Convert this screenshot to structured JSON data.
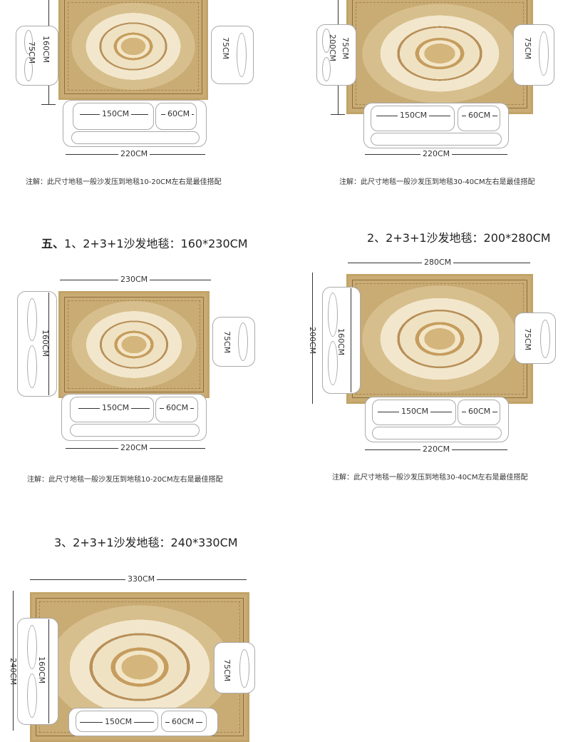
{
  "d": {
    "cm160": "160CM",
    "cm75": "75CM",
    "cm150": "150CM",
    "cm60": "60CM",
    "cm220": "220CM",
    "cm200": "200CM",
    "cm230": "230CM",
    "cm280": "280CM",
    "cm330": "330CM",
    "cm240": "240CM"
  },
  "notes": {
    "n1": "注解：此尺寸地毯一般沙发压到地毯10-20CM左右是最佳搭配",
    "n2": "注解：此尺寸地毯一般沙发压到地毯30-40CM左右是最佳搭配"
  },
  "sections": {
    "s5": {
      "prefix": "五、",
      "title": "1、2+3+1沙发地毯：160*230CM"
    },
    "s5b": {
      "title": "2、2+3+1沙发地毯：200*280CM"
    },
    "s5c": {
      "title": "3、2+3+1沙发地毯：240*330CM"
    }
  }
}
